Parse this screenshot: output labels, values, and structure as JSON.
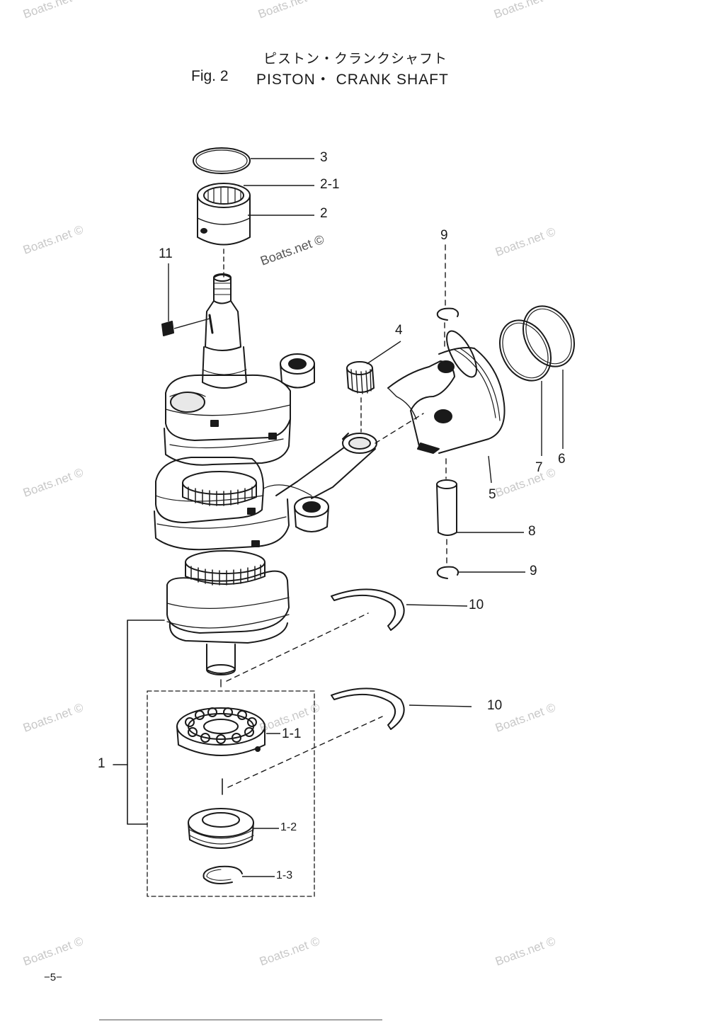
{
  "title": {
    "japanese": "ピストン・クランクシャフト",
    "fig": "Fig. 2",
    "main": "PISTON・ CRANK SHAFT"
  },
  "watermark": "Boats.net ©",
  "parts": {
    "p1": "1",
    "p1_1": "1-1",
    "p1_2": "1-2",
    "p1_3": "1-3",
    "p2": "2",
    "p2_1": "2-1",
    "p3": "3",
    "p4": "4",
    "p5": "5",
    "p6": "6",
    "p7": "7",
    "p8": "8",
    "p9_top": "9",
    "p9_bottom": "9",
    "p10_top": "10",
    "p10_bottom": "10",
    "p11": "11"
  },
  "page_number": "−5−"
}
